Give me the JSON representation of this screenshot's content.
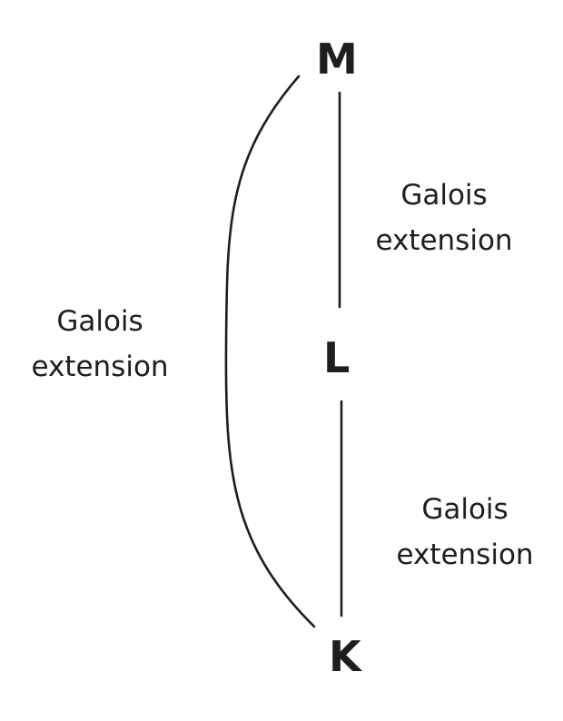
{
  "colors": {
    "ink": "#1e1e1e",
    "background": "#ffffff"
  },
  "nodes": {
    "top": "M",
    "middle": "L",
    "bottom": "K"
  },
  "edges": {
    "upper": {
      "line1": "Galois",
      "line2": "extension"
    },
    "lower": {
      "line1": "Galois",
      "line2": "extension"
    },
    "outer": {
      "line1": "Galois",
      "line2": "extension"
    }
  }
}
